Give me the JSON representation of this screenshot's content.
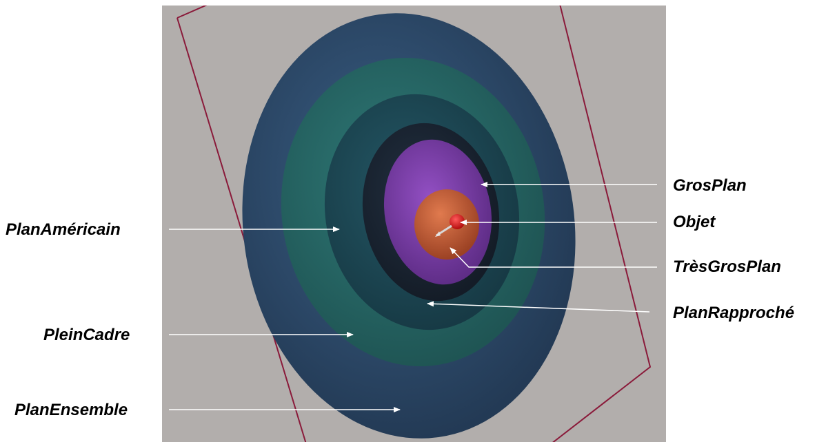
{
  "labels": {
    "gros_plan": "GrosPlan",
    "objet": "Objet",
    "tres_gros_plan": "TrèsGrosPlan",
    "plan_rapproche": "PlanRapproché",
    "plan_americain": "PlanAméricain",
    "plein_cadre": "PleinCadre",
    "plan_ensemble": "PlanEnsemble"
  },
  "colors": {
    "viewport_background": "#b2aeac",
    "frustum_line": "#8a1a3a",
    "plan_ensemble": "#2f4d6e",
    "plein_cadre": "#2a6a6a",
    "plan_americain": "#1f4a55",
    "plan_rapproche": "#1c2634",
    "gros_plan": "#7c3ea6",
    "tres_gros_plan": "#c25a35",
    "objet": "#e41b1b",
    "arrow": "#ffffff"
  }
}
